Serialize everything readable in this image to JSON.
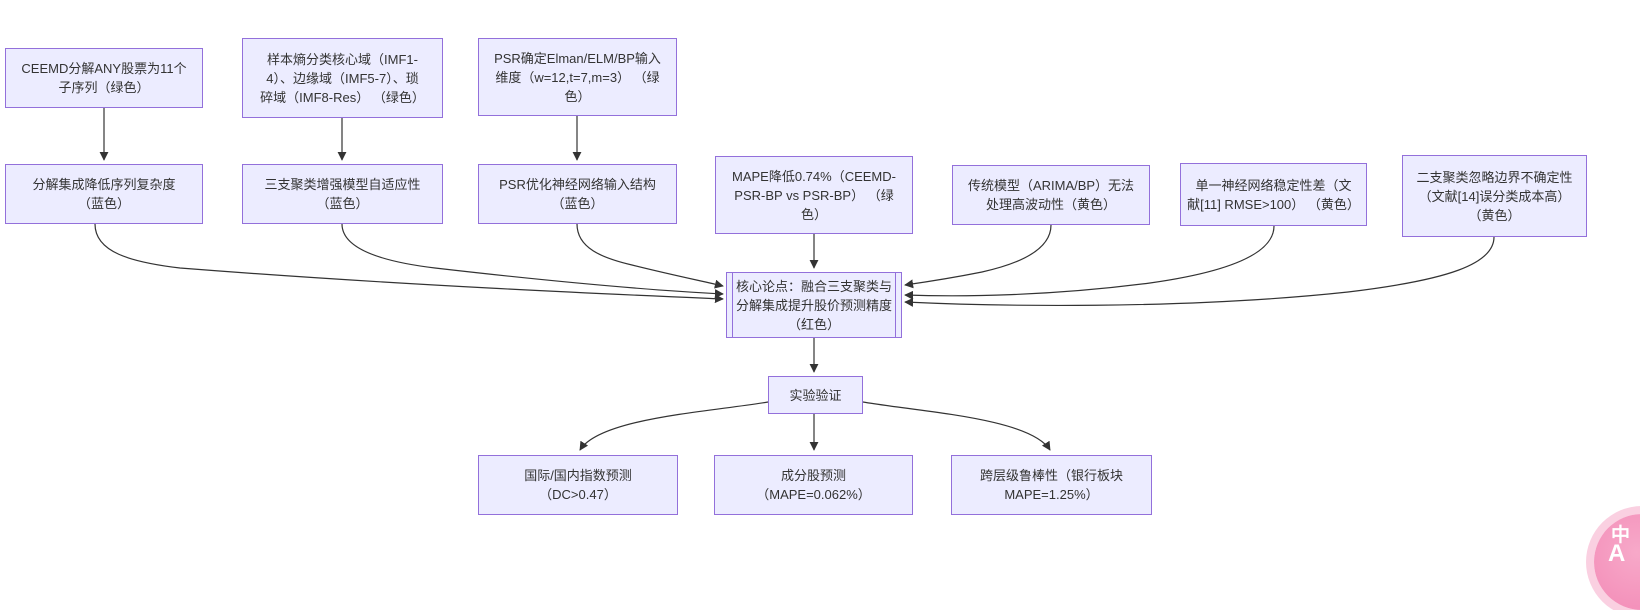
{
  "colors": {
    "node_fill": "#ECECFF",
    "node_border": "#9370DB",
    "edge_line": "#333333",
    "text": "#333333",
    "logo_pink": "#F492BB",
    "logo_halo": "#FAD0E1",
    "background": "#FFFFFF"
  },
  "diagram": {
    "type": "flowchart",
    "nodes": {
      "t1": {
        "label": "CEEMD分解ANY股票为11个\n子序列（绿色）"
      },
      "t2": {
        "label": "样本熵分类核心域（IMF1-\n4）、边缘域（IMF5-7）、琐\n碎域（IMF8-Res） （绿色）"
      },
      "t3": {
        "label": "PSR确定Elman/ELM/BP输入\n维度（w=12,t=7,m=3） （绿\n色）"
      },
      "b1": {
        "label": "分解集成降低序列复杂度\n（蓝色）"
      },
      "b2": {
        "label": "三支聚类增强模型自适应性\n（蓝色）"
      },
      "b3": {
        "label": "PSR优化神经网络输入结构\n（蓝色）"
      },
      "b4": {
        "label": "MAPE降低0.74%（CEEMD-\nPSR-BP vs PSR-BP） （绿\n色）"
      },
      "b5": {
        "label": "传统模型（ARIMA/BP）无法\n处理高波动性（黄色）"
      },
      "b6": {
        "label": "单一神经网络稳定性差（文\n献[11] RMSE>100） （黄色）"
      },
      "b7": {
        "label": "二支聚类忽略边界不确定性\n（文献[14]误分类成本高）\n（黄色）"
      },
      "core": {
        "label": "核心论点：融合三支聚类与\n分解集成提升股价预测精度\n（红色）"
      },
      "verify": {
        "label": "实验验证"
      },
      "c1": {
        "label": "国际/国内指数预测\n（DC>0.47）"
      },
      "c2": {
        "label": "成分股预测\n（MAPE=0.062%）"
      },
      "c3": {
        "label": "跨层级鲁棒性（银行板块\nMAPE=1.25%）"
      }
    },
    "edges": [
      "t1->b1",
      "t2->b2",
      "t3->b3",
      "b1->core",
      "b2->core",
      "b3->core",
      "b4->core",
      "b5->core",
      "b6->core",
      "b7->core",
      "core->verify",
      "verify->c1",
      "verify->c2",
      "verify->c3"
    ]
  },
  "logo": {
    "zh_glyph": "中",
    "en_glyph": "A"
  }
}
